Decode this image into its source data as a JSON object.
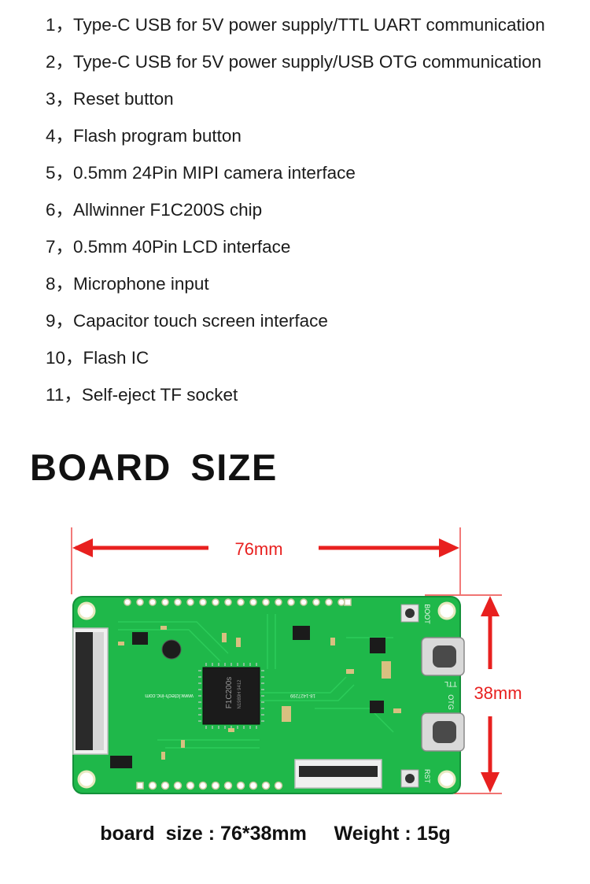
{
  "features": [
    {
      "num": "1，",
      "text": "Type-C USB for 5V power supply/TTL UART communication"
    },
    {
      "num": "2，",
      "text": "Type-C USB for 5V power supply/USB OTG communication"
    },
    {
      "num": "3，",
      "text": "Reset button"
    },
    {
      "num": "4，",
      "text": "Flash program button"
    },
    {
      "num": "5，",
      "text": "0.5mm 24Pin MIPI camera interface"
    },
    {
      "num": "6，",
      "text": "Allwinner F1C200S chip"
    },
    {
      "num": "7，",
      "text": "0.5mm 40Pin LCD interface"
    },
    {
      "num": "8，",
      "text": "Microphone input"
    },
    {
      "num": "9，",
      "text": "Capacitor touch screen interface"
    },
    {
      "num": "10，",
      "text": "Flash IC"
    },
    {
      "num": "11，",
      "text": "Self-eject TF socket"
    }
  ],
  "heading": "BOARD  SIZE",
  "dimensions": {
    "width_label": "76mm",
    "height_label": "38mm",
    "arrow_color": "#e8201f"
  },
  "board": {
    "pcb_color": "#1fb84a",
    "chip_label": "F1C200s",
    "chip_sub": "N1989H 9412",
    "url": "www.lctech-inc.com",
    "silk_boot": "BOOT",
    "silk_ttl": "TTL",
    "silk_otg": "OTG",
    "silk_rst": "RST",
    "silk_code": "18-1427299"
  },
  "caption": {
    "size_label": "board  size : 76*38mm",
    "weight_label": "Weight : 15g"
  }
}
